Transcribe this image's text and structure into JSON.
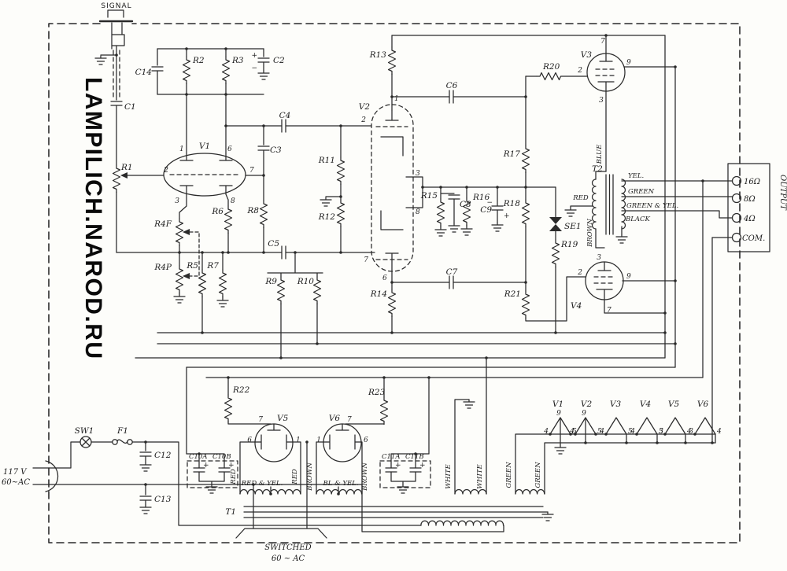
{
  "watermark": "LAMPILICH.NAROD.RU",
  "signal_label": "SIGNAL",
  "components": {
    "r1": "R1",
    "r2": "R2",
    "r3": "R3",
    "r4f": "R4F",
    "r4p": "R4P",
    "r5": "R5",
    "r6": "R6",
    "r7": "R7",
    "r8": "R8",
    "r9": "R9",
    "r10": "R10",
    "r11": "R11",
    "r12": "R12",
    "r13": "R13",
    "r14": "R14",
    "r15": "R15",
    "r16": "R16",
    "r17": "R17",
    "r18": "R18",
    "r19": "R19",
    "r20": "R20",
    "r21": "R21",
    "r22": "R22",
    "r23": "R23",
    "c1": "C1",
    "c2": "C2",
    "c3": "C3",
    "c4": "C4",
    "c5": "C5",
    "c6": "C6",
    "c7": "C7",
    "c8": "C8",
    "c9": "C9",
    "c10a": "C10A",
    "c10b": "C10B",
    "c11a": "C11A",
    "c11b": "C11B",
    "c12": "C12",
    "c13": "C13",
    "c14": "C14",
    "se1": "SE1",
    "sw1": "SW1",
    "f1": "F1",
    "t1": "T1",
    "t2": "T2"
  },
  "tubes": {
    "v1": "V1",
    "v2": "V2",
    "v3": "V3",
    "v4": "V4",
    "v5": "V5",
    "v6": "V6"
  },
  "pins": {
    "1": "1",
    "2": "2",
    "3": "3",
    "4": "4",
    "5": "5",
    "6": "6",
    "7": "7",
    "8": "8",
    "9": "9"
  },
  "wire_colors": {
    "blue": "BLUE",
    "red": "RED",
    "brown": "BROWN",
    "yellow": "YEL.",
    "green": "GREEN",
    "green_yellow": "GREEN & YEL.",
    "black": "BLACK",
    "white": "WHITE",
    "red_yellow": "RED & YEL.",
    "black_yellow": "BL & YEL."
  },
  "output": {
    "label": "OUTPUT",
    "tap_16": "16Ω",
    "tap_8": "8Ω",
    "tap_4": "4Ω",
    "tap_com": "COM."
  },
  "power": {
    "mains_v": "117 V",
    "mains_f": "60~AC",
    "switched_1": "SWITCHED",
    "switched_2": "60 ~ AC"
  },
  "polarity": {
    "plus": "+",
    "minus": "−"
  }
}
